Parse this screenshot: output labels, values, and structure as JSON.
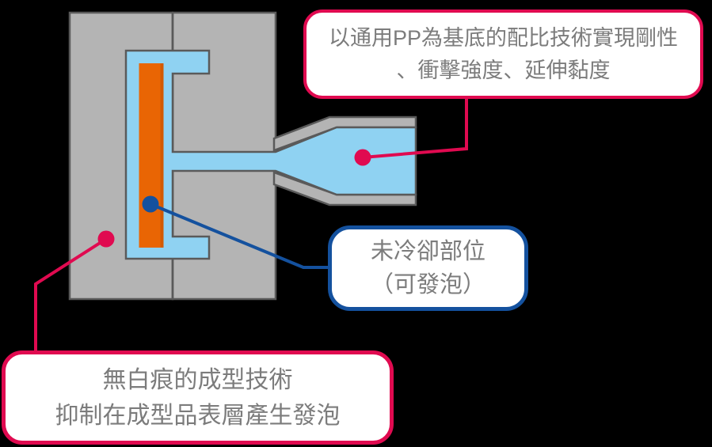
{
  "background": "#000000",
  "colors": {
    "mold_gray": "#b4b4b4",
    "outline_gray": "#5a5a5a",
    "melt_blue": "#8fd2f2",
    "core_orange": "#e96504",
    "core_orange_shade": "#d35a02",
    "accent_pink": "#e00a50",
    "accent_navy": "#14519e",
    "callout_text_gray": "#7c7c7c",
    "callout_bg": "#ffffff"
  },
  "callouts": {
    "material": {
      "lines": [
        "以通用PP為基底的配比技術實現剛性",
        "、衝擊強度、延伸黏度"
      ]
    },
    "uncooled": {
      "lines": [
        "未冷卻部位",
        "（可發泡）"
      ]
    },
    "no_whitening": {
      "lines": [
        "無白痕的成型技術",
        "抑制在成型品表層產生發泡"
      ]
    }
  }
}
